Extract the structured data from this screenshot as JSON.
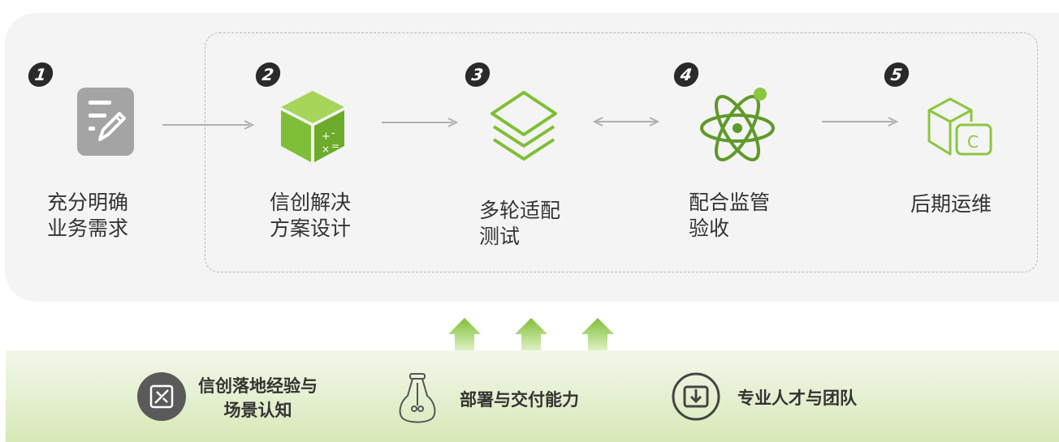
{
  "steps": [
    {
      "number": "1",
      "label_line1": "充分明确",
      "label_line2": "业务需求",
      "icon": "document-edit-icon"
    },
    {
      "number": "2",
      "label_line1": "信创解决",
      "label_line2": "方案设计",
      "icon": "cube-calculator-icon"
    },
    {
      "number": "3",
      "label_line1": "多轮适配",
      "label_line2": "测试",
      "icon": "layers-icon"
    },
    {
      "number": "4",
      "label_line1": "配合监管",
      "label_line2": "验收",
      "icon": "atom-icon"
    },
    {
      "number": "5",
      "label_line1": "后期运维",
      "label_line2": "",
      "icon": "cube-c-icon"
    }
  ],
  "capabilities": [
    {
      "line1": "信创落地经验与",
      "line2": "场景认知",
      "icon": "tools-icon"
    },
    {
      "line1": "部署与交付能力",
      "line2": "",
      "icon": "money-bag-icon"
    },
    {
      "line1": "专业人才与团队",
      "line2": "",
      "icon": "download-icon"
    }
  ],
  "colors": {
    "accent_green": "#8cc63f",
    "dark_green": "#6a9e2e",
    "gray_icon": "#a0a0a0"
  }
}
